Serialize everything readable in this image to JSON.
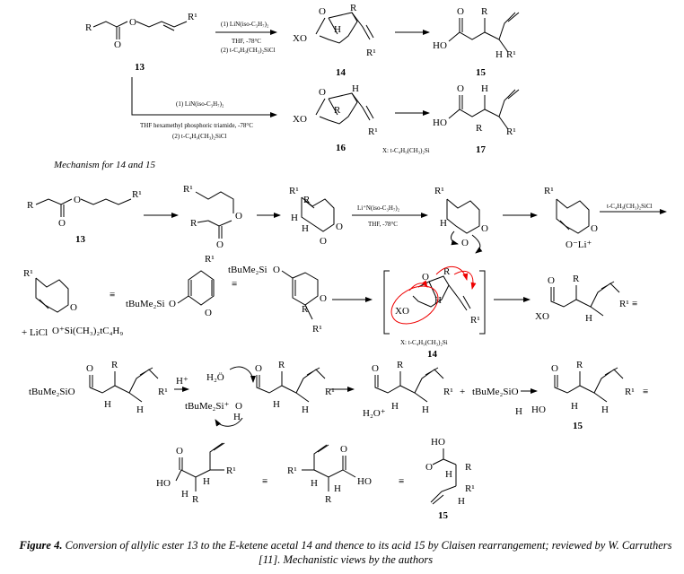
{
  "labels": {
    "compound_13": "13",
    "compound_14": "14",
    "compound_15": "15",
    "compound_16": "16",
    "compound_17": "17",
    "R": "R",
    "R1": "R¹",
    "X": "X",
    "XO": "XO",
    "O": "O",
    "H": "H",
    "HO": "HO",
    "OLi": "O⁻Li⁺",
    "LiCl": "+ LiCl",
    "tBuMe2Si": "tBuMe₂Si",
    "tBuMe2SiO": "tBuMe₂SiO",
    "tBuMe2SiH": "tBuMe₂Si⁺",
    "H2O": "H₂Ö",
    "H3O": "H₂O⁺",
    "Hplus": "H⁺",
    "equiv": "≡",
    "plus": "+",
    "OSi": "O⁺Si(CH₃)₂tC₄H₉"
  },
  "reagents": {
    "top_1": "(1) LiN(iso-C₃H₇)₂",
    "top_2": "THF, -78°C",
    "top_3": "(2) t-C₄H₉(CH₃)₂SiCl",
    "mid_1": "(1) LiN(iso-C₃H₇)₂",
    "mid_2": "THF hexamethyl phosphoric triamide, -78°C",
    "mid_3": "(2) t-C₄H₉(CH₃)₂SiCl",
    "X_def": "X: t-C₄H₉(CH₃)₂Si",
    "X_def2": "X: t-C₄H₉(CH₃)₂Si",
    "lda": "Li⁺N(iso-C₃H₇)₂",
    "thf": "THF, -78°C",
    "si": "t-C₄H₉(CH₃)₂SiCl"
  },
  "mechanism_heading": "Mechanism for 14 and 15",
  "caption": {
    "label": "Figure 4.",
    "text": " Conversion of allylic ester 13 to the E-ketene acetal 14 and thence to its acid 15 by Claisen rearrangement; reviewed by W. Carruthers [11]. Mechanistic views by the authors"
  }
}
